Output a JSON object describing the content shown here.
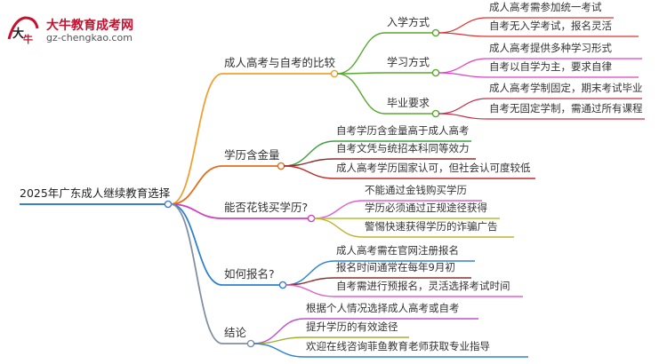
{
  "watermark": {
    "title": "大牛教育成考网",
    "url": "gz-chengkao.com",
    "seal_text": "大牛"
  },
  "mindmap": {
    "root": "2025年广东成人继续教育选择",
    "branches": [
      {
        "label": "成人高考与自考的比较",
        "color": "#f0a030",
        "children": [
          {
            "label": "入学方式",
            "color": "#5aa830",
            "children": [
              {
                "label": "成人高考需参加统一考试",
                "color": "#e03030"
              },
              {
                "label": "自考无入学考试，报名灵活",
                "color": "#e03030"
              }
            ]
          },
          {
            "label": "学习方式",
            "color": "#5aa830",
            "children": [
              {
                "label": "成人高考提供多种学习形式",
                "color": "#e040c0"
              },
              {
                "label": "自考以自学为主，要求自律",
                "color": "#e040c0"
              }
            ]
          },
          {
            "label": "毕业要求",
            "color": "#5aa830",
            "children": [
              {
                "label": "成人高考学制固定，期末考试毕业",
                "color": "#c0304a"
              },
              {
                "label": "自考无固定学制，需通过所有课程",
                "color": "#c0304a"
              }
            ]
          }
        ]
      },
      {
        "label": "学历含金量",
        "color": "#e07020",
        "children": [
          {
            "label": "自考学历含金量高于成人高考",
            "color": "#40a040"
          },
          {
            "label": "自考文凭与统招本科同等效力",
            "color": "#8a3030"
          },
          {
            "label": "成人高考学历国家认可，但社会认可度较低",
            "color": "#c02a2a"
          }
        ]
      },
      {
        "label": "能否花钱买学历?",
        "color": "#d040c0",
        "children": [
          {
            "label": "不能通过金钱购买学历",
            "color": "#e060d0"
          },
          {
            "label": "学历必须通过正规途径获得",
            "color": "#b0c030"
          },
          {
            "label": "警惕快速获得学历的诈骗广告",
            "color": "#c0b030"
          }
        ]
      },
      {
        "label": "如何报名?",
        "color": "#3080d0",
        "children": [
          {
            "label": "成人高考需在官网注册报名",
            "color": "#3080d0"
          },
          {
            "label": "报名时间通常在每年9月初",
            "color": "#8a3030"
          },
          {
            "label": "自考需进行预报名，灵活选择考试时间",
            "color": "#e060d0"
          }
        ]
      },
      {
        "label": "结论",
        "color": "#8090a0",
        "children": [
          {
            "label": "根据个人情况选择成人高考或自考",
            "color": "#c050d0"
          },
          {
            "label": "提升学历的有效途径",
            "color": "#a0b030"
          },
          {
            "label": "欢迎在线咨询菲鱼教育老师获取专业指导",
            "color": "#3080d0"
          }
        ]
      }
    ]
  }
}
